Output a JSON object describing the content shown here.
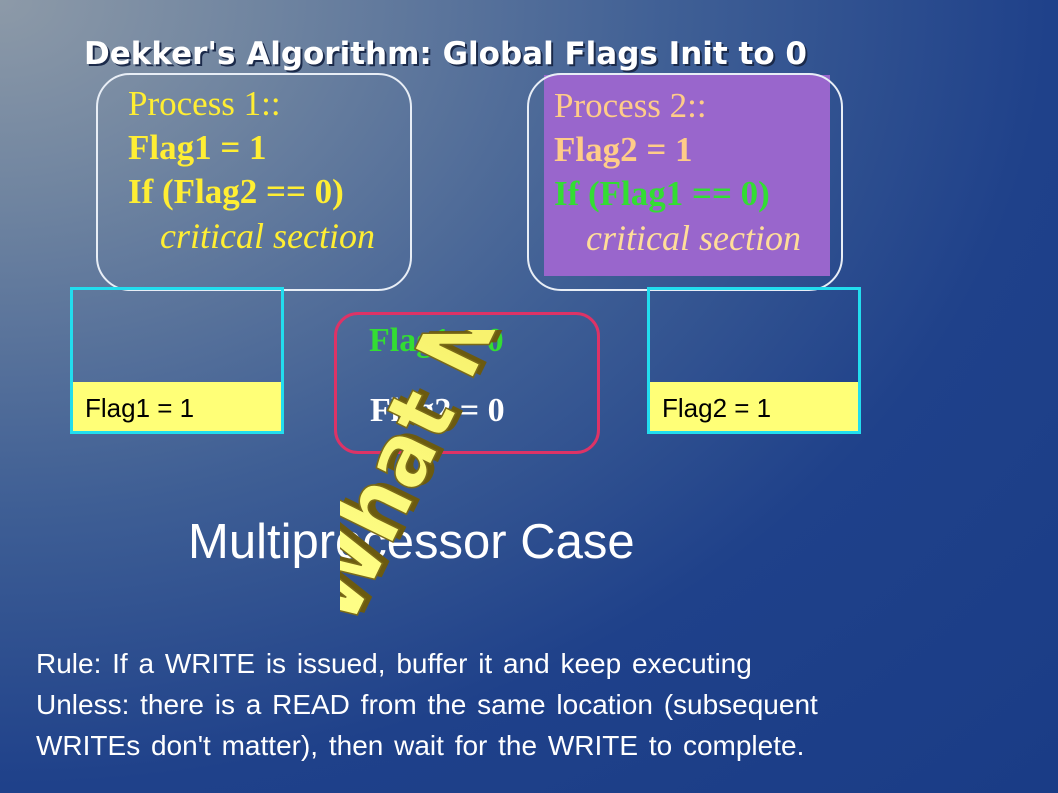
{
  "title": "Dekker's Algorithm: Global Flags Init to 0",
  "process1": {
    "label": "Process 1::",
    "line1": "Flag1 = 1",
    "line2": "If  (Flag2 == 0)",
    "line3": "critical section"
  },
  "process2": {
    "label": "Process 2::",
    "line1": "Flag2 = 1",
    "line2": "If  (Flag1 == 0)",
    "line3": "critical section"
  },
  "buffer1": {
    "value": "Flag1 = 1"
  },
  "buffer2": {
    "value": "Flag2 = 1"
  },
  "memory": {
    "line1": "Flag1 = 0",
    "line2": "Flag2 = 0"
  },
  "heading": "Multiprocessor Case",
  "wordart": "What Now??",
  "rules": {
    "line1": "Rule: If a WRITE is issued, buffer it and keep executing",
    "line2": "Unless: there is a READ from the same location (subsequent",
    "line3": "WRITEs don't matter), then wait for the WRITE to complete."
  },
  "colors": {
    "process2_fill": "#9966cc",
    "buffer_fill": "#ffff77",
    "buffer_border": "#22ddee",
    "memory_border": "#dd3366",
    "wordart_fill": "#ffff66"
  }
}
